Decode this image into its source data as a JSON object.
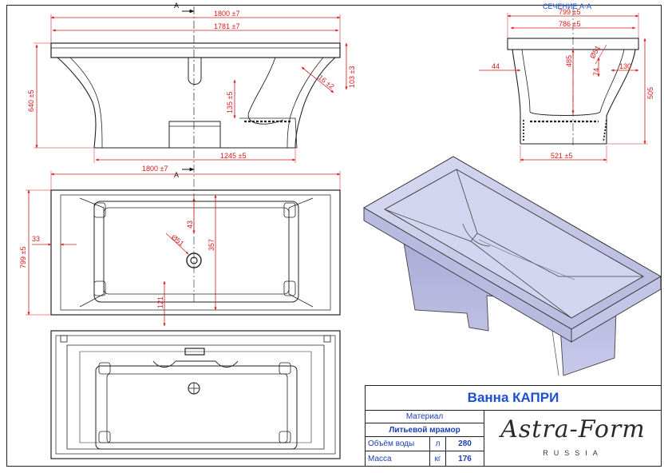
{
  "section": {
    "title": "СЕЧЕНИЕ А-А",
    "dims": {
      "width_outer": "799 ±5",
      "width_inner": "786 ±5",
      "d51": "Ø51",
      "h485": "485",
      "h74": "74",
      "w44": "44",
      "w130": "130",
      "h505": "505",
      "base521": "521 ±5"
    }
  },
  "side_view": {
    "section_mark": "A",
    "dims": {
      "length_outer": "1800 ±7",
      "length_inner": "1781 ±7",
      "height": "640 ±5",
      "rim": "103 ±3",
      "drain_height": "135 ±5",
      "slope": "16 ±2",
      "base_length": "1245 ±5"
    }
  },
  "top_view": {
    "section_mark": "A",
    "dims": {
      "length": "1800 ±7",
      "width": "799 ±5",
      "rim_side": "33",
      "d51": "Ø51",
      "d43": "43",
      "d357": "357",
      "d121": "121"
    }
  },
  "title_block": {
    "product": "Ванна КАПРИ",
    "material_label": "Материал",
    "material_value": "Литьевой мрамор",
    "volume_label": "Объём воды",
    "volume_unit": "л",
    "volume_value": "280",
    "mass_label": "Масса",
    "mass_unit": "кг",
    "mass_value": "176",
    "brand": "Astra-Form",
    "brand_sub": "RUSSIA"
  },
  "colors": {
    "dimension": "#d21a1a",
    "title": "#1a4fd6",
    "line": "#222222",
    "tub_fill": "#c9cbe9"
  }
}
